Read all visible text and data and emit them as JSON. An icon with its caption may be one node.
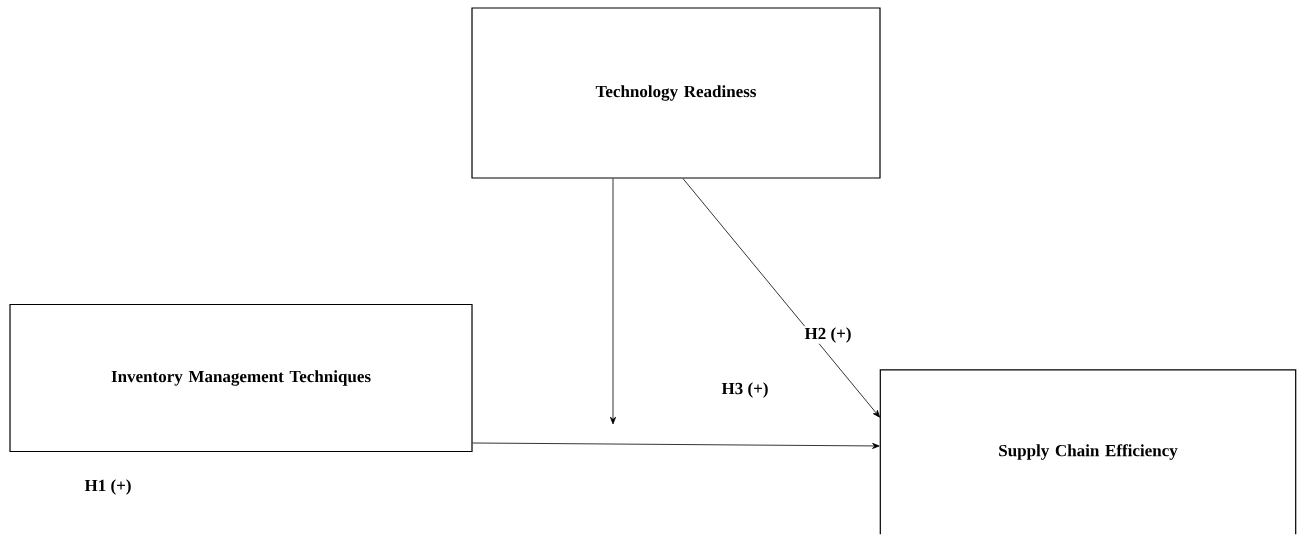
{
  "diagram": {
    "nodes": [
      {
        "text": [
          "Technology Readiness"
        ]
      },
      {
        "text": [
          "Inventory Management Techniques"
        ]
      },
      {
        "text": [
          "Supply Chain Efficiency"
        ]
      }
    ],
    "edges": [
      {
        "from": 1,
        "to": 2,
        "arrow": "to",
        "label": "H3 (+)"
      },
      {
        "from": 0,
        "to": 2,
        "arrow": "to",
        "label": "H2 (+)"
      },
      {
        "from": 0,
        "to": null,
        "arrow": "to"
      }
    ],
    "labels": [
      "H1 (+)"
    ]
  }
}
